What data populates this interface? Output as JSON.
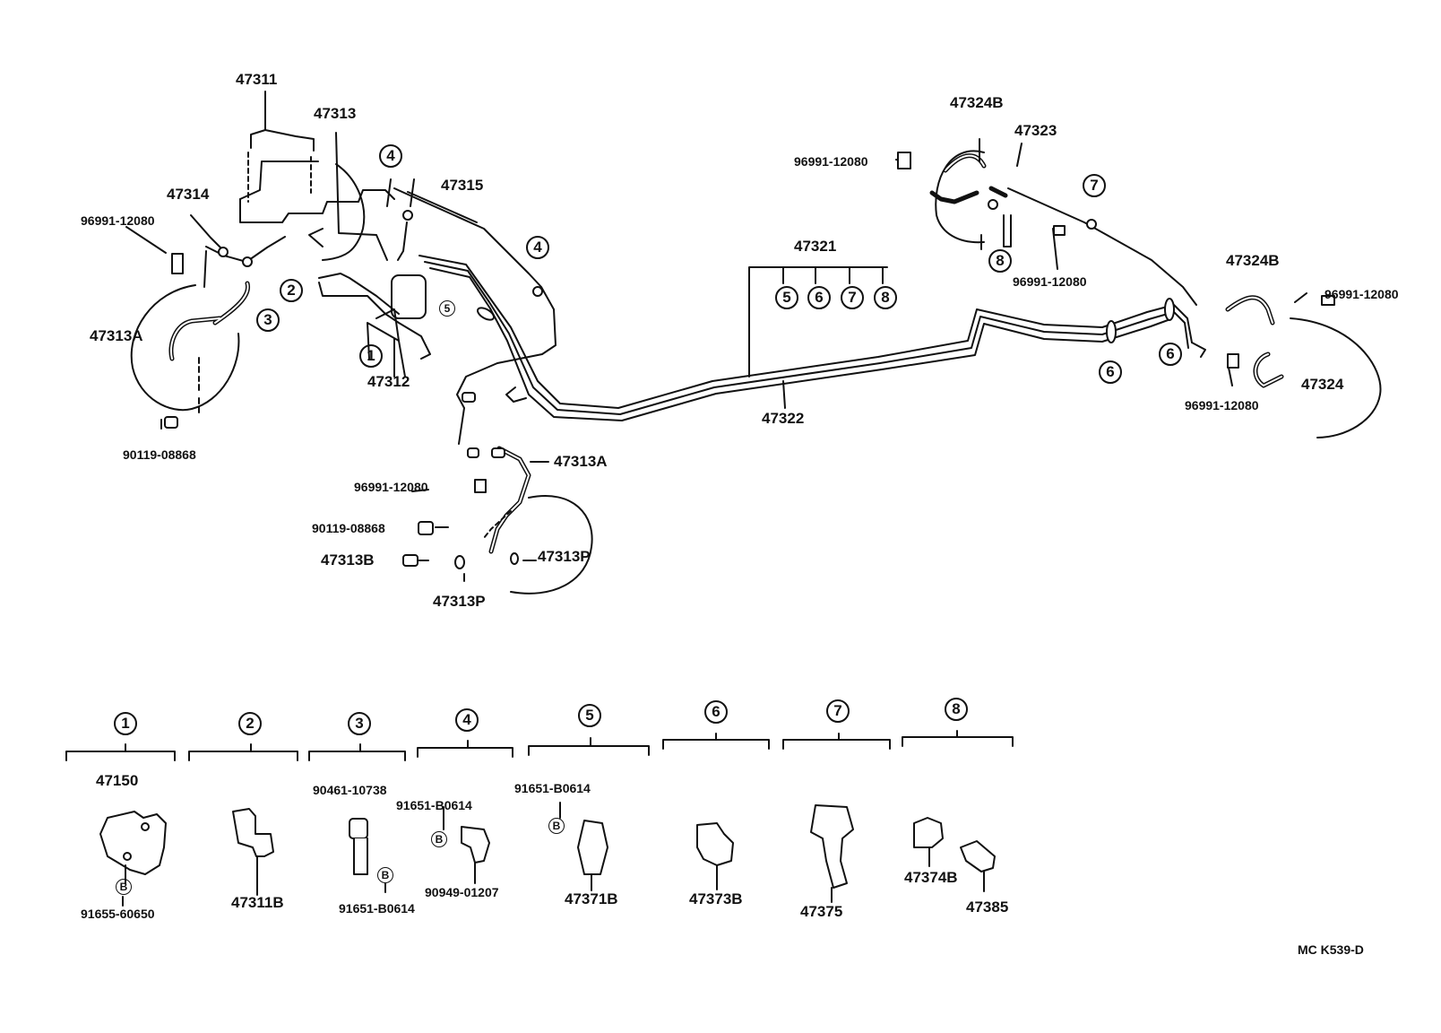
{
  "labels": {
    "p47311": "47311",
    "p47313": "47313",
    "p47314": "47314",
    "p96991_a": "96991-12080",
    "p47313A_left": "47313A",
    "p90119_a": "90119-08868",
    "p47315": "47315",
    "p47312": "47312",
    "p47313A_mid": "47313A",
    "p96991_b": "96991-12080",
    "p90119_b": "90119-08868",
    "p47313B": "47313B",
    "p47313P_a": "47313P",
    "p47313P_b": "47313P",
    "p47321": "47321",
    "p47322": "47322",
    "p96991_c": "96991-12080",
    "p47324B_top": "47324B",
    "p47323": "47323",
    "p96991_d": "96991-12080",
    "p47324B_right": "47324B",
    "p96991_e": "96991-12080",
    "p96991_f": "96991-12080",
    "p47324": "47324",
    "g1_47150": "47150",
    "g1_91655": "91655-60650",
    "g2_47311B": "47311B",
    "g3_90461": "90461-10738",
    "g3_91651": "91651-B0614",
    "g4_91651": "91651-B0614",
    "g4_90949": "90949-01207",
    "g5_91651": "91651-B0614",
    "g5_47371B": "47371B",
    "g6_47373B": "47373B",
    "g7_47375": "47375",
    "g8_47374B": "47374B",
    "g8_47385": "47385",
    "code": "MC K539-D"
  },
  "markers": {
    "m1": "1",
    "m2": "2",
    "m3": "3",
    "m4": "4",
    "m5": "5",
    "m6": "6",
    "m7": "7",
    "m8": "8",
    "bolt": "B",
    "clip": "5"
  }
}
